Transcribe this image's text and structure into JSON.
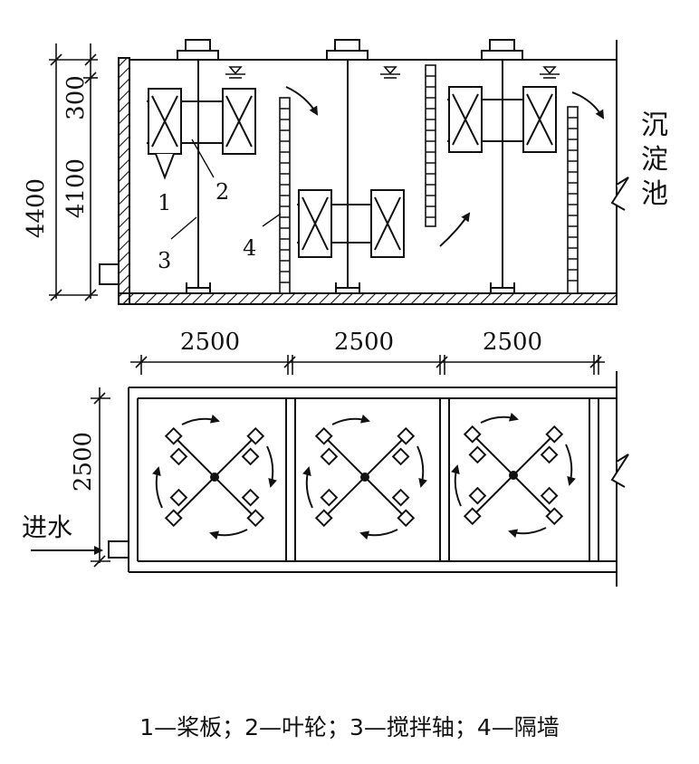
{
  "section": {
    "dim_total": "4400",
    "dim_top": "300",
    "dim_mid": "4100",
    "label_paddle": "1",
    "label_impeller": "2",
    "label_shaft": "3",
    "label_wall": "4",
    "outlet_label": "沉淀池"
  },
  "plan": {
    "widths": [
      "2500",
      "2500",
      "2500"
    ],
    "depth": "2500",
    "inlet_label": "进水"
  },
  "legend": "1—桨板；2—叶轮；3—搅拌轴；4—隔墙",
  "colors": {
    "ink": "#111111",
    "background": "#ffffff"
  }
}
